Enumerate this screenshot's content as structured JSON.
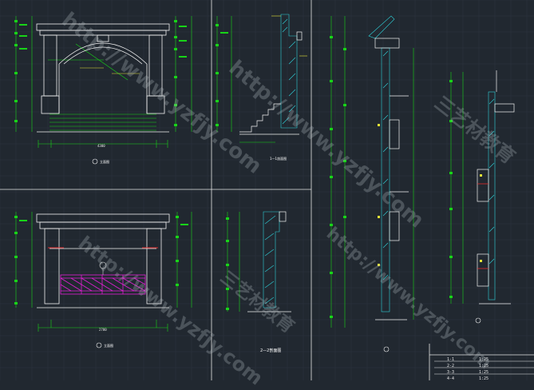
{
  "watermark": {
    "url_text": "http://www.yzfjy.com",
    "cn_text": "三艺材教育"
  },
  "views": {
    "front_elevation_top": {
      "title": "立面图",
      "width_dim": "4300"
    },
    "front_elevation_bottom": {
      "title": "立面图",
      "width_dim": "2700"
    },
    "section_1_1": {
      "title": "1—1剖面图"
    },
    "section_2_2": {
      "title": "2—2剖面图"
    },
    "tall_section": {
      "title": ""
    },
    "detail_section": {
      "title": ""
    }
  },
  "title_block": {
    "rows": [
      [
        "1-1",
        "1:25"
      ],
      [
        "2-2",
        "1:25"
      ],
      [
        "3-3",
        "1:25"
      ],
      [
        "4-4",
        "1:25"
      ]
    ]
  },
  "colors": {
    "background": "#212830",
    "frame": "#e6e6e6",
    "outline": "#f2f2f2",
    "dimension": "#18d418",
    "hatch": "#2fd0d8",
    "railing": "#e11fd4",
    "annotation": "#e4e437",
    "red_accent": "#e22b2b"
  }
}
